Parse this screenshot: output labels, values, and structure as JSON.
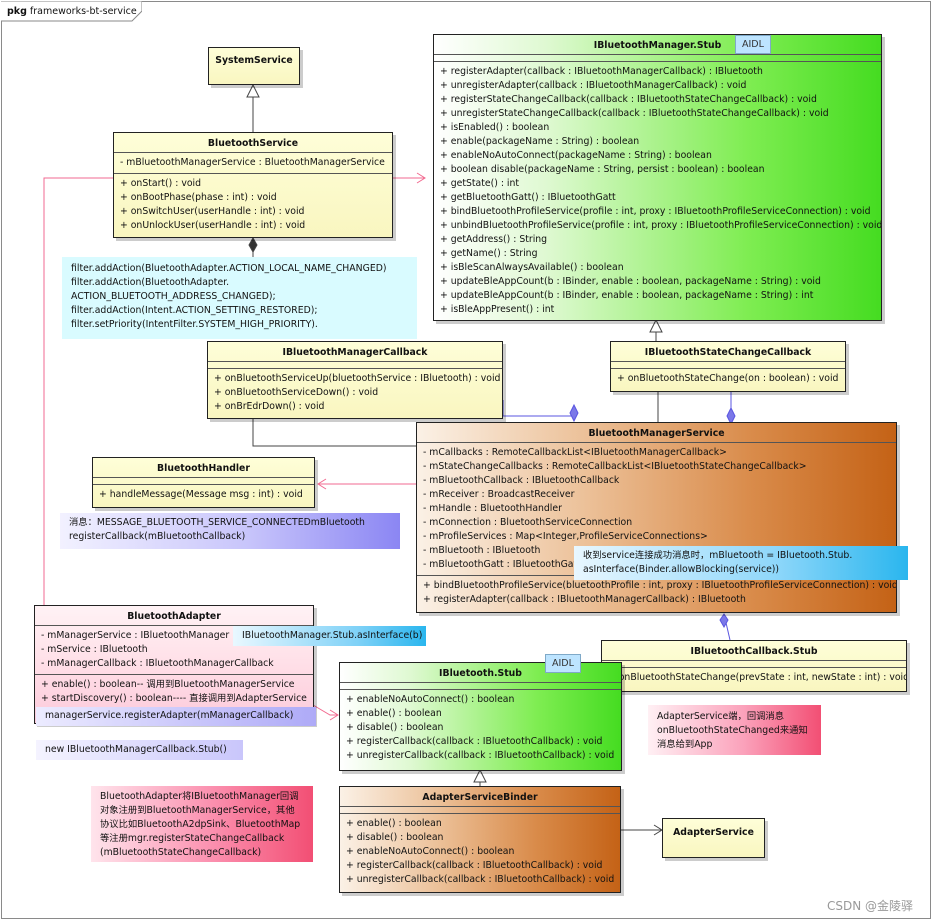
{
  "package": {
    "keyword": "pkg",
    "name": "frameworks-bt-service"
  },
  "aidl_tag": "AIDL",
  "classes": {
    "system_service": {
      "name": "SystemService"
    },
    "bluetooth_service": {
      "name": "BluetoothService",
      "attributes": [
        "- mBluetoothManagerService : BluetoothManagerService"
      ],
      "operations": [
        "+ onStart() : void",
        "+ onBootPhase(phase : int) : void",
        "+ onSwitchUser(userHandle : int) : void",
        "+ onUnlockUser(userHandle : int) : void"
      ]
    },
    "ibluetooth_manager_stub": {
      "name": "IBluetoothManager.Stub",
      "operations": [
        "+ registerAdapter(callback : IBluetoothManagerCallback) : IBluetooth",
        "+ unregisterAdapter(callback : IBluetoothManagerCallback) : void",
        "+ registerStateChangeCallback(callback : IBluetoothStateChangeCallback) : void",
        "+ unregisterStateChangeCallback(callback : IBluetoothStateChangeCallback) : void",
        "+ isEnabled() : boolean",
        "+ enable(packageName : String) : boolean",
        "+ enableNoAutoConnect(packageName : String) : boolean",
        "+ boolean disable(packageName : String, persist : boolean) : boolean",
        "+ getState() : int",
        "+ getBluetoothGatt() : IBluetoothGatt",
        "+ bindBluetoothProfileService(profile : int, proxy : IBluetoothProfileServiceConnection) : void",
        "+ unbindBluetoothProfileService(profile : int, proxy : IBluetoothProfileServiceConnection) : void",
        "+ getAddress() : String",
        "+ getName() : String",
        "+ isBleScanAlwaysAvailable() : boolean",
        "+ updateBleAppCount(b : IBinder, enable : boolean, packageName : String) : void",
        "+ updateBleAppCount(b : IBinder, enable : boolean, packageName : String) : int",
        "+ isBleAppPresent() : int"
      ]
    },
    "ibluetooth_manager_callback": {
      "name": "IBluetoothManagerCallback",
      "operations": [
        "+ onBluetoothServiceUp(bluetoothService : IBluetooth) : void",
        "+ onBluetoothServiceDown() : void",
        "+ onBrEdrDown() : void"
      ]
    },
    "ibluetooth_state_change_callback": {
      "name": "IBluetoothStateChangeCallback",
      "operations": [
        "+ onBluetoothStateChange(on : boolean) : void"
      ]
    },
    "bluetooth_handler": {
      "name": "BluetoothHandler",
      "operations": [
        "+ handleMessage(Message msg : int) : void"
      ]
    },
    "bluetooth_manager_service": {
      "name": "BluetoothManagerService",
      "attributes": [
        "- mCallbacks : RemoteCallbackList<IBluetoothManagerCallback>",
        "- mStateChangeCallbacks : RemoteCallbackList<IBluetoothStateChangeCallback>",
        "- mBluetoothCallback : IBluetoothCallback",
        "- mReceiver : BroadcastReceiver",
        "- mHandle : BluetoothHandler",
        "- mConnection : BluetoothServiceConnection",
        "- mProfileServices : Map<Integer,ProfileServiceConnections>",
        "- mBluetooth : IBluetooth",
        "- mBluetoothGatt : IBluetoothGatt"
      ],
      "operations": [
        "+ bindBluetoothProfileService(bluetoothProfile : int, proxy : IBluetoothProfileServiceConnection) : void",
        "+ registerAdapter(callback : IBluetoothManagerCallback) : IBluetooth"
      ]
    },
    "bluetooth_adapter": {
      "name": "BluetoothAdapter",
      "attributes": [
        "- mManagerService : IBluetoothManager",
        "- mService : IBluetooth",
        "- mManagerCallback : IBluetoothManagerCallback"
      ],
      "operations": [
        "+ enable() : boolean-- 调用到BluetoothManagerService",
        "+ startDiscovery() : boolean---- 直接调用到AdapterService"
      ]
    },
    "ibluetooth_callback_stub": {
      "name": "IBluetoothCallback.Stub",
      "operations": [
        "+ onBluetoothStateChange(prevState : int, newState : int) : void"
      ]
    },
    "ibluetooth_stub": {
      "name": "IBluetooth.Stub",
      "operations": [
        "+ enableNoAutoConnect() : boolean",
        "+ enable() : boolean",
        "+ disable() : boolean",
        "+ registerCallback(callback : IBluetoothCallback) : void",
        "+ unregisterCallback(callback : IBluetoothCallback) : void"
      ]
    },
    "adapter_service_binder": {
      "name": "AdapterServiceBinder",
      "operations": [
        "+ enable() : boolean",
        "+ disable() : boolean",
        "+ enableNoAutoConnect() : boolean",
        "+ registerCallback(callback : IBluetoothCallback) : void",
        "+ unregisterCallback(callback : IBluetoothCallback) : void"
      ]
    },
    "adapter_service": {
      "name": "AdapterService"
    }
  },
  "notes": {
    "filter": [
      " filter.addAction(BluetoothAdapter.ACTION_LOCAL_NAME_CHANGED)",
      "filter.addAction(BluetoothAdapter.",
      "ACTION_BLUETOOTH_ADDRESS_CHANGED);",
      "filter.addAction(Intent.ACTION_SETTING_RESTORED);",
      " filter.setPriority(IntentFilter.SYSTEM_HIGH_PRIORITY)."
    ],
    "message": [
      "消息：MESSAGE_BLUETOOTH_SERVICE_CONNECTEDmBluetooth",
      "registerCallback(mBluetoothCallback)"
    ],
    "service_connected": [
      "收到service连接成功消息时，mBluetooth = IBluetooth.Stub.",
      "asInterface(Binder.allowBlocking(service))"
    ],
    "as_interface": [
      "IBluetoothManager.Stub.asInterface(b)"
    ],
    "register_adapter": [
      "managerService.registerAdapter(mManagerCallback)"
    ],
    "new_callback": [
      "new IBluetoothManagerCallback.Stub()"
    ],
    "adapter_service_cb": [
      "AdapterService端，回调消息",
      "onBluetoothStateChanged来通知",
      "消息给到App"
    ],
    "adapter_register": [
      "BluetoothAdapter将IBluetoothManager回调",
      "对象注册到BluetoothManagerService，其他",
      "协议比如BluetoothA2dpSink、BluetoothMap",
      "等注册mgr.registerStateChangeCallback",
      "(mBluetoothStateChangeCallback)"
    ]
  },
  "watermark": "CSDN @金陵驿",
  "colors": {
    "yellow": "#fdfbcf",
    "green": "#45dc21",
    "orange": "#c46216",
    "pink": "#fccadb",
    "cyan_note": "#d9fbff",
    "blue_note": "#2ab6ee",
    "violet_note": "#8b86f3",
    "red_note": "#f24f74",
    "pink_link": "#f26a90",
    "blue_link": "#5a56e0"
  }
}
